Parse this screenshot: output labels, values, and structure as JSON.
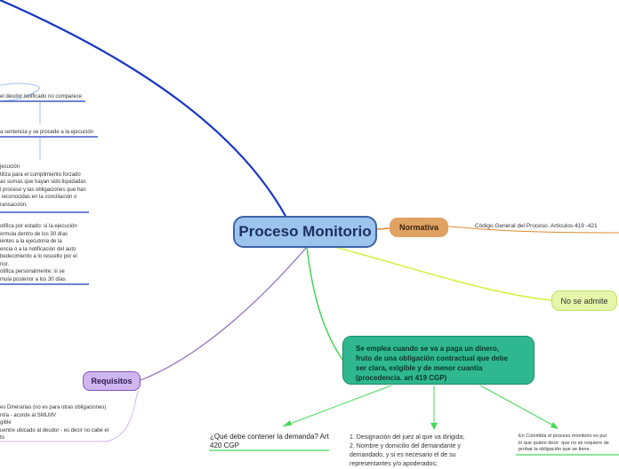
{
  "central": {
    "title": "Proceso Monitorio"
  },
  "normativa": {
    "label": "Normativa",
    "code_text": "Código General del Proceso. Artículos 419 -421"
  },
  "no_admite": {
    "label": "No se admite"
  },
  "requisitos": {
    "label": "Requisitos"
  },
  "definicion": {
    "text": "Se emplea cuando se va a paga un dinero,\nfruto de una obligación contractual que debe\nser clara, exigible y de menor cuantía\n(procedencia. art 419 CGP)"
  },
  "left_texts": {
    "t1": "el deudor notificado no comparece",
    "t2": "a sentencia y se procede a la ejecución",
    "t3": "jecución\ntiliza para el cumplimiento forzado\nas sumas que hayan sido liquidadas\nl proceso y las obligaciones que han\n reconocidas en la conciliación o\nransacción.",
    "t4": "otifica por estado: si la ejecución\normula dentro de los 30 días\nientes a la ejecutoria de la\nencia o a la notificación del auto\nbedecimiento a lo resuelto por el\nrior.\notifica personalmente: si se\nmula posterior a los 30 días",
    "t5": "es Dinerarias (no es para otras obligaciones)\nntía - acorde al SMLMV\ngible\nuentre ubicado al deudor - es decir no cabe el\nto"
  },
  "bottom_texts": {
    "question": "¿Qué debe contener la demanda? Art\n420 CGP",
    "list": "1. Designación del juez al que va dirigida;\n2. Nombre y domicilio del demandante y\ndemandado, y si es necesario el de su\nrepresentantes y/o apoderados;",
    "colombia": "En Colombia el proceso monitorio es pur\nlo que quiere decir  que no se requiere de\nprobar la obligación que se tiene."
  },
  "colors": {
    "dark_blue": "#1836c4",
    "orange": "#e08a2c",
    "yellow_green": "#d6ee3a",
    "green": "#45d85a",
    "purple": "#8a6ac0",
    "light_blue": "#9ec0ee"
  }
}
